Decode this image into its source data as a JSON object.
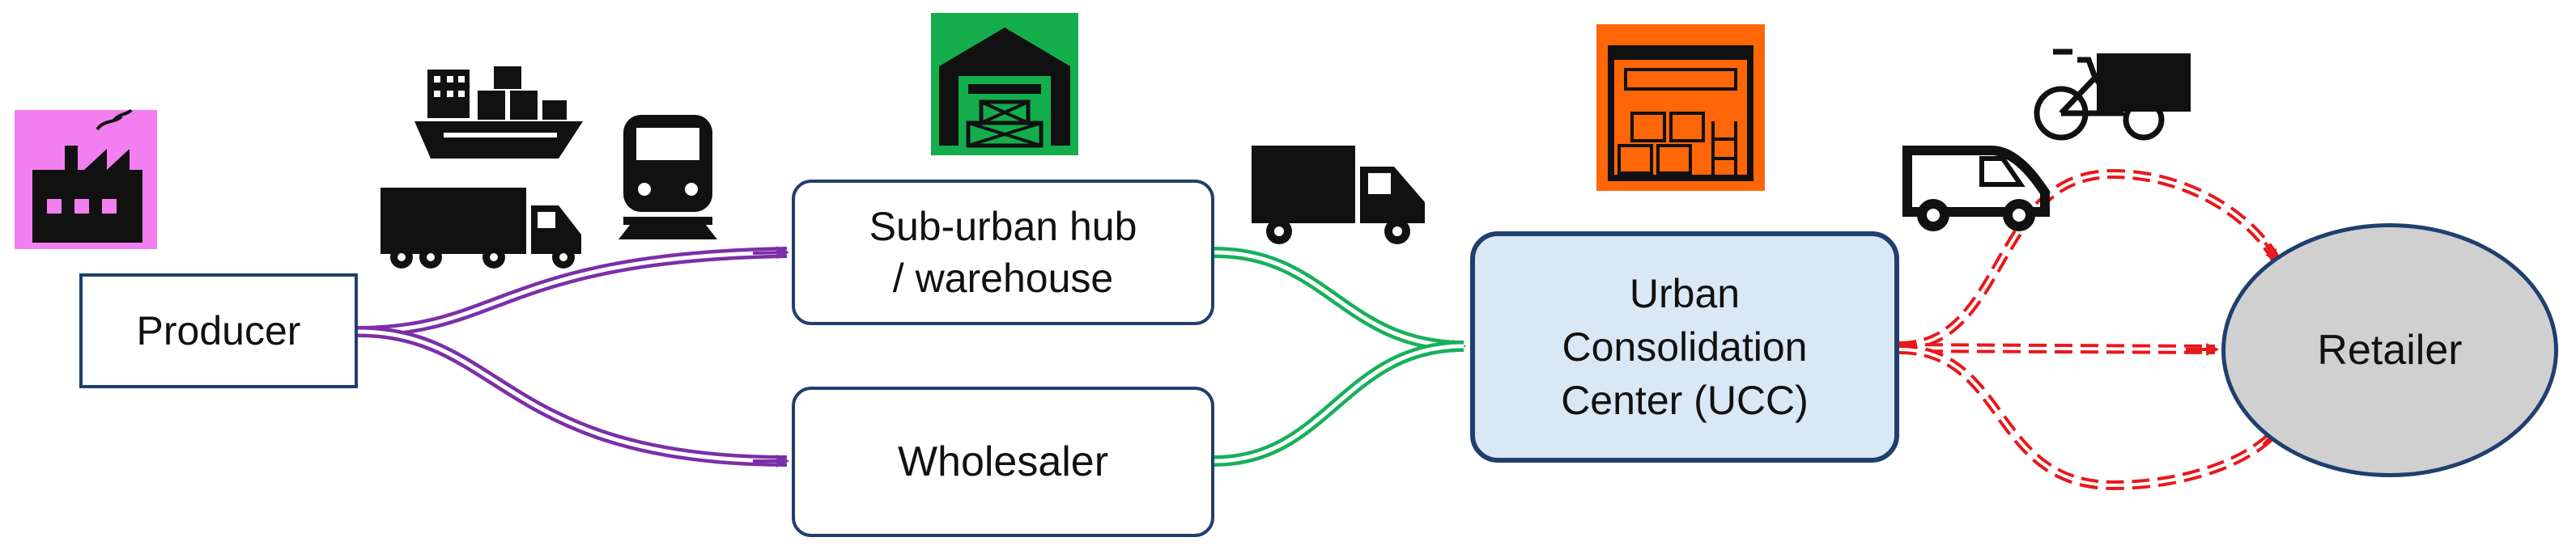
{
  "nodes": {
    "producer": "Producer",
    "hub": [
      "Sub-urban hub",
      "/ warehouse"
    ],
    "wholesaler": "Wholesaler",
    "ucc": [
      "Urban",
      "Consolidation",
      "Center (UCC)"
    ],
    "retailer": "Retailer"
  },
  "icons": {
    "factory": "factory-icon",
    "ship": "container-ship-icon",
    "truck_large": "semi-truck-icon",
    "train": "train-icon",
    "warehouse": "warehouse-icon",
    "truck_medium": "delivery-truck-icon",
    "ucc": "consolidation-center-icon",
    "van": "van-icon",
    "cargo_bike": "cargo-bike-icon"
  },
  "colors": {
    "node_border": "#1f3f6e",
    "ucc_fill": "#dae7f5",
    "retailer_fill": "#d0d0d0",
    "producer_flow": "#7b2fa8",
    "hub_flow": "#18b05a",
    "last_mile_flow": "#e8181c",
    "factory_bg": "#f37ef0",
    "warehouse_bg": "#14ad4c",
    "ucc_icon_bg": "#ff6608"
  }
}
